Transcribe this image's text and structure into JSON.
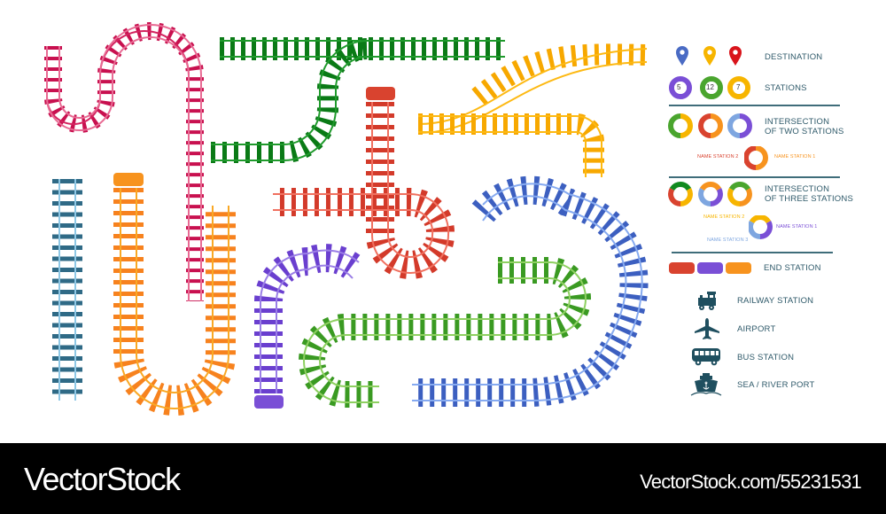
{
  "legend": {
    "destination": {
      "label": "DESTINATION",
      "pin_colors": [
        "#4a6bc4",
        "#f7b500",
        "#d9141b"
      ]
    },
    "stations": {
      "label": "STATIONS",
      "badges": [
        {
          "number": "5",
          "color": "#7a4fd6"
        },
        {
          "number": "12",
          "color": "#4aa52e"
        },
        {
          "number": "7",
          "color": "#f7b500"
        }
      ]
    },
    "two_stations": {
      "label_line1": "INTERSECTION",
      "label_line2": "OF TWO STATIONS",
      "example_left": "NAME STATION 2",
      "example_right": "NAME STATION 1",
      "example_left_color": "#d9432f",
      "example_right_color": "#f7931e"
    },
    "three_stations": {
      "label_line1": "INTERSECTION",
      "label_line2": "OF THREE STATIONS",
      "example_top_left": "NAME STATION 2",
      "example_right": "NAME STATION 1",
      "example_bottom_left": "NAME STATION 3",
      "example_top_left_color": "#f7b500",
      "example_right_color": "#7a4fd6",
      "example_bottom_left_color": "#7ea6e0"
    },
    "end_station": {
      "label": "END STATION",
      "colors": [
        "#d9432f",
        "#7a4fd6",
        "#f7931e"
      ]
    },
    "railway_station": {
      "label": "RAILWAY STATION",
      "icon": "train-icon"
    },
    "airport": {
      "label": "AIRPORT",
      "icon": "airplane-icon"
    },
    "bus_station": {
      "label": "BUS STATION",
      "icon": "bus-icon"
    },
    "port": {
      "label": "SEA / RIVER PORT",
      "icon": "ship-icon"
    },
    "icon_color": "#1f4f5f"
  },
  "tracks": {
    "colors": {
      "magenta": "#d3235f",
      "dark_green": "#108a1f",
      "yellow": "#fdb913",
      "steel_blue": "#3e7a96",
      "orange": "#f7931e",
      "red": "#d9432f",
      "purple": "#7a4fd6",
      "lime_green": "#4aa52e",
      "royal_blue": "#4a6bc4"
    }
  },
  "footer": {
    "brand": "VectorStock",
    "url": "VectorStock.com/55231531"
  }
}
